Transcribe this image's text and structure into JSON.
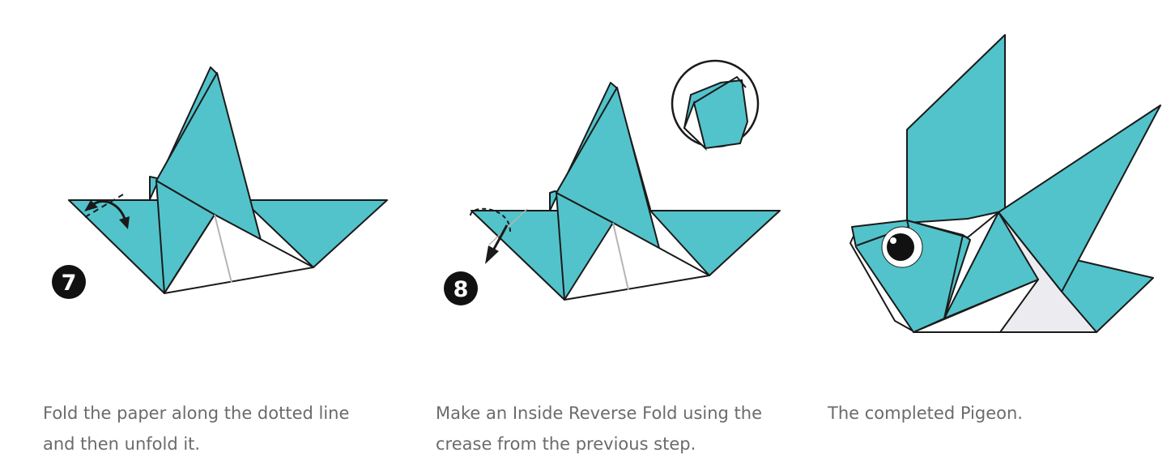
{
  "colors": {
    "paper_teal": "#52c3ca",
    "paper_white": "#ffffff",
    "paper_grey": "#ececf0",
    "outline": "#1a1a1a",
    "crease": "#b5b5b5",
    "badge": "#111111",
    "caption_text": "#6b6b6b"
  },
  "steps": [
    {
      "number": "7",
      "caption": "Fold the paper along the dotted line and then unfold it.",
      "icons": [
        "fold-unfold-arrow-icon"
      ]
    },
    {
      "number": "8",
      "caption": "Make an Inside Reverse Fold using the crease from the previous step.",
      "icons": [
        "reverse-fold-arrow-icon",
        "zoom-detail-icon"
      ]
    },
    {
      "number": "",
      "caption": "The completed Pigeon.",
      "icons": [
        "eye-icon"
      ]
    }
  ]
}
